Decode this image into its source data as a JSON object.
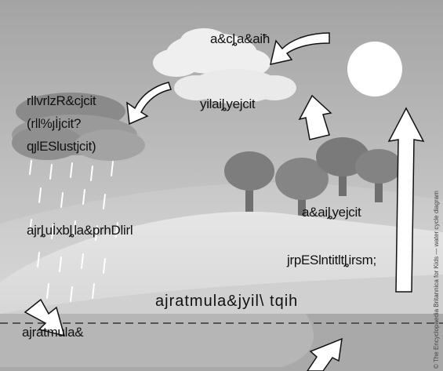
{
  "labels": {
    "condensation": "a&cȴa&aiħ",
    "precipitation_lines": [
      "rllvrlzR&cjcit",
      "(rll%ȷİjcit?",
      "qȷlESlustjcit)"
    ],
    "evaporation_top": "yilaiȴyejcit",
    "evaporation_trees": "a&aiȴyejcit",
    "infiltration": "ajrȴuİxbȴla&prhDlirl",
    "transpiration": "jrpESlntitltȴirsm;",
    "groundwater": "ajratmula&jyil\\ tqih",
    "surface_water": "ajratmula&"
  },
  "side_caption": "© The Encyclopaedia Britannica for Kids — water cycle diagram"
}
